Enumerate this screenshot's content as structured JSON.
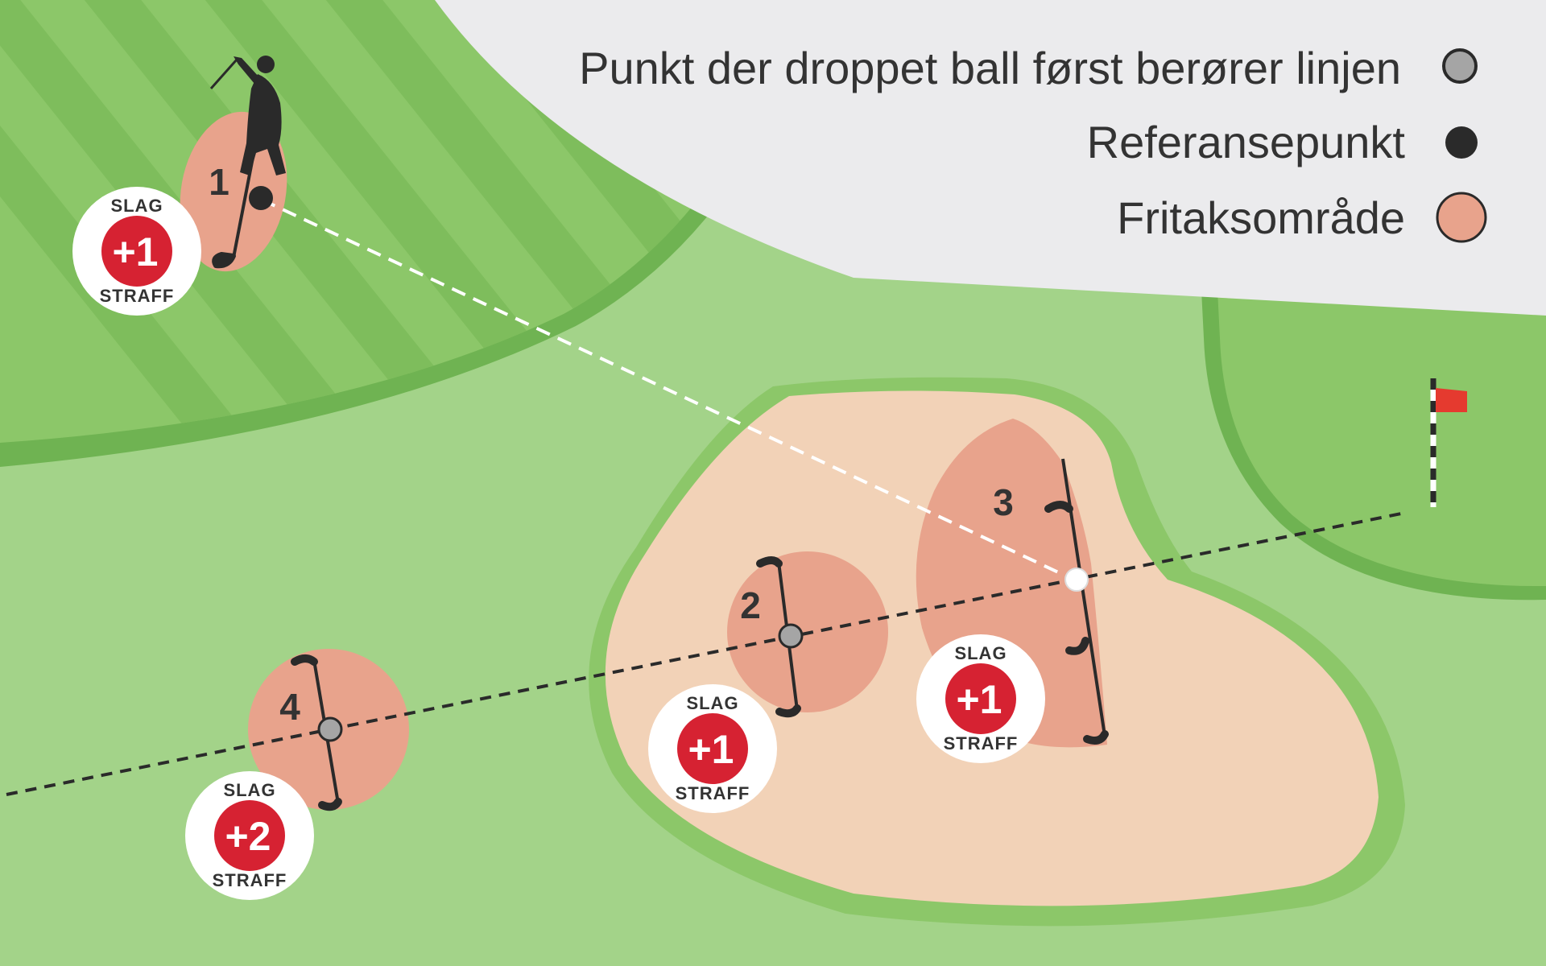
{
  "legend": {
    "items": [
      {
        "label": "Punkt der droppet ball først berører linjen",
        "symbol": "grey-dot-icon"
      },
      {
        "label": "Referansepunkt",
        "symbol": "black-dot-icon"
      },
      {
        "label": "Fritaksområde",
        "symbol": "salmon-dot-icon"
      }
    ]
  },
  "areas": [
    {
      "number": "1",
      "badge": {
        "top": "SLAG",
        "value": "+1",
        "bottom": "STRAFF"
      }
    },
    {
      "number": "2",
      "badge": {
        "top": "SLAG",
        "value": "+1",
        "bottom": "STRAFF"
      }
    },
    {
      "number": "3",
      "badge": {
        "top": "SLAG",
        "value": "+1",
        "bottom": "STRAFF"
      }
    },
    {
      "number": "4",
      "badge": {
        "top": "SLAG",
        "value": "+2",
        "bottom": "STRAFF"
      }
    }
  ],
  "colors": {
    "rough": "#a3d389",
    "fairway": "#8cc769",
    "fairway_stripe": "#7ebd5c",
    "edge": "#6fb352",
    "bunker": "#f2d2b7",
    "relief_area": "#e8a38c",
    "legend_panel": "#ebebed",
    "badge_red": "#d62232",
    "flag": "#e53a2f"
  }
}
